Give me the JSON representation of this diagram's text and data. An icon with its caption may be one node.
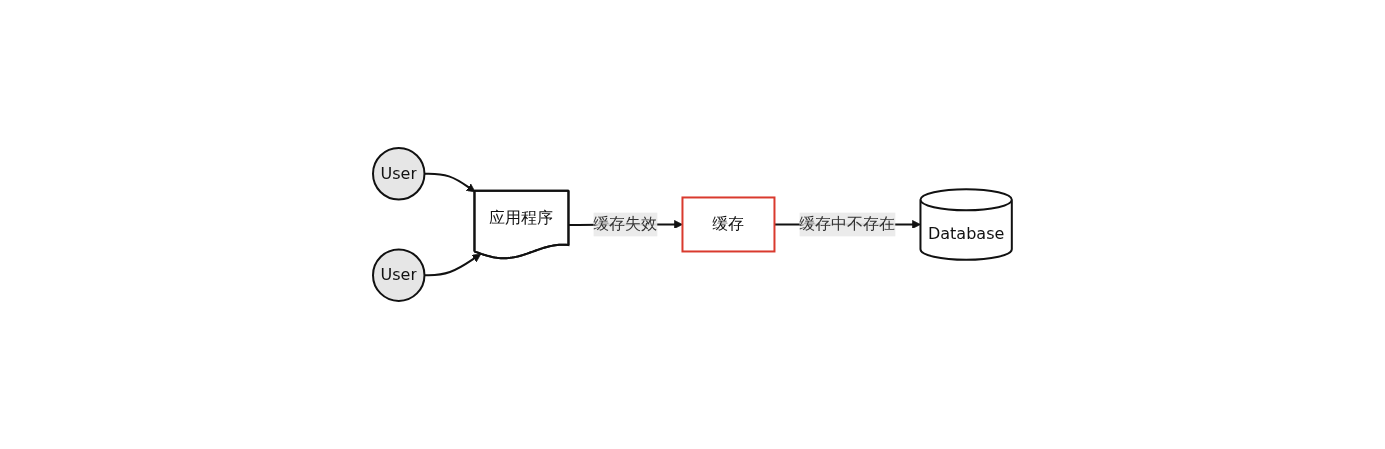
{
  "diagram": {
    "nodes": [
      {
        "text": [
          "User"
        ]
      },
      {
        "text": [
          "User"
        ]
      },
      {
        "text": [
          "应用程序"
        ]
      },
      {
        "text": [
          "缓存"
        ]
      },
      {
        "text": [
          "Database"
        ]
      }
    ],
    "edges": [
      {
        "from": 0,
        "to": 2,
        "arrow": "to"
      },
      {
        "from": 1,
        "to": 2,
        "arrow": "to"
      },
      {
        "from": 2,
        "to": 3,
        "label": "缓存失效",
        "arrow": "to"
      },
      {
        "from": 3,
        "to": 4,
        "label": "缓存中不存在",
        "arrow": "to"
      }
    ]
  }
}
